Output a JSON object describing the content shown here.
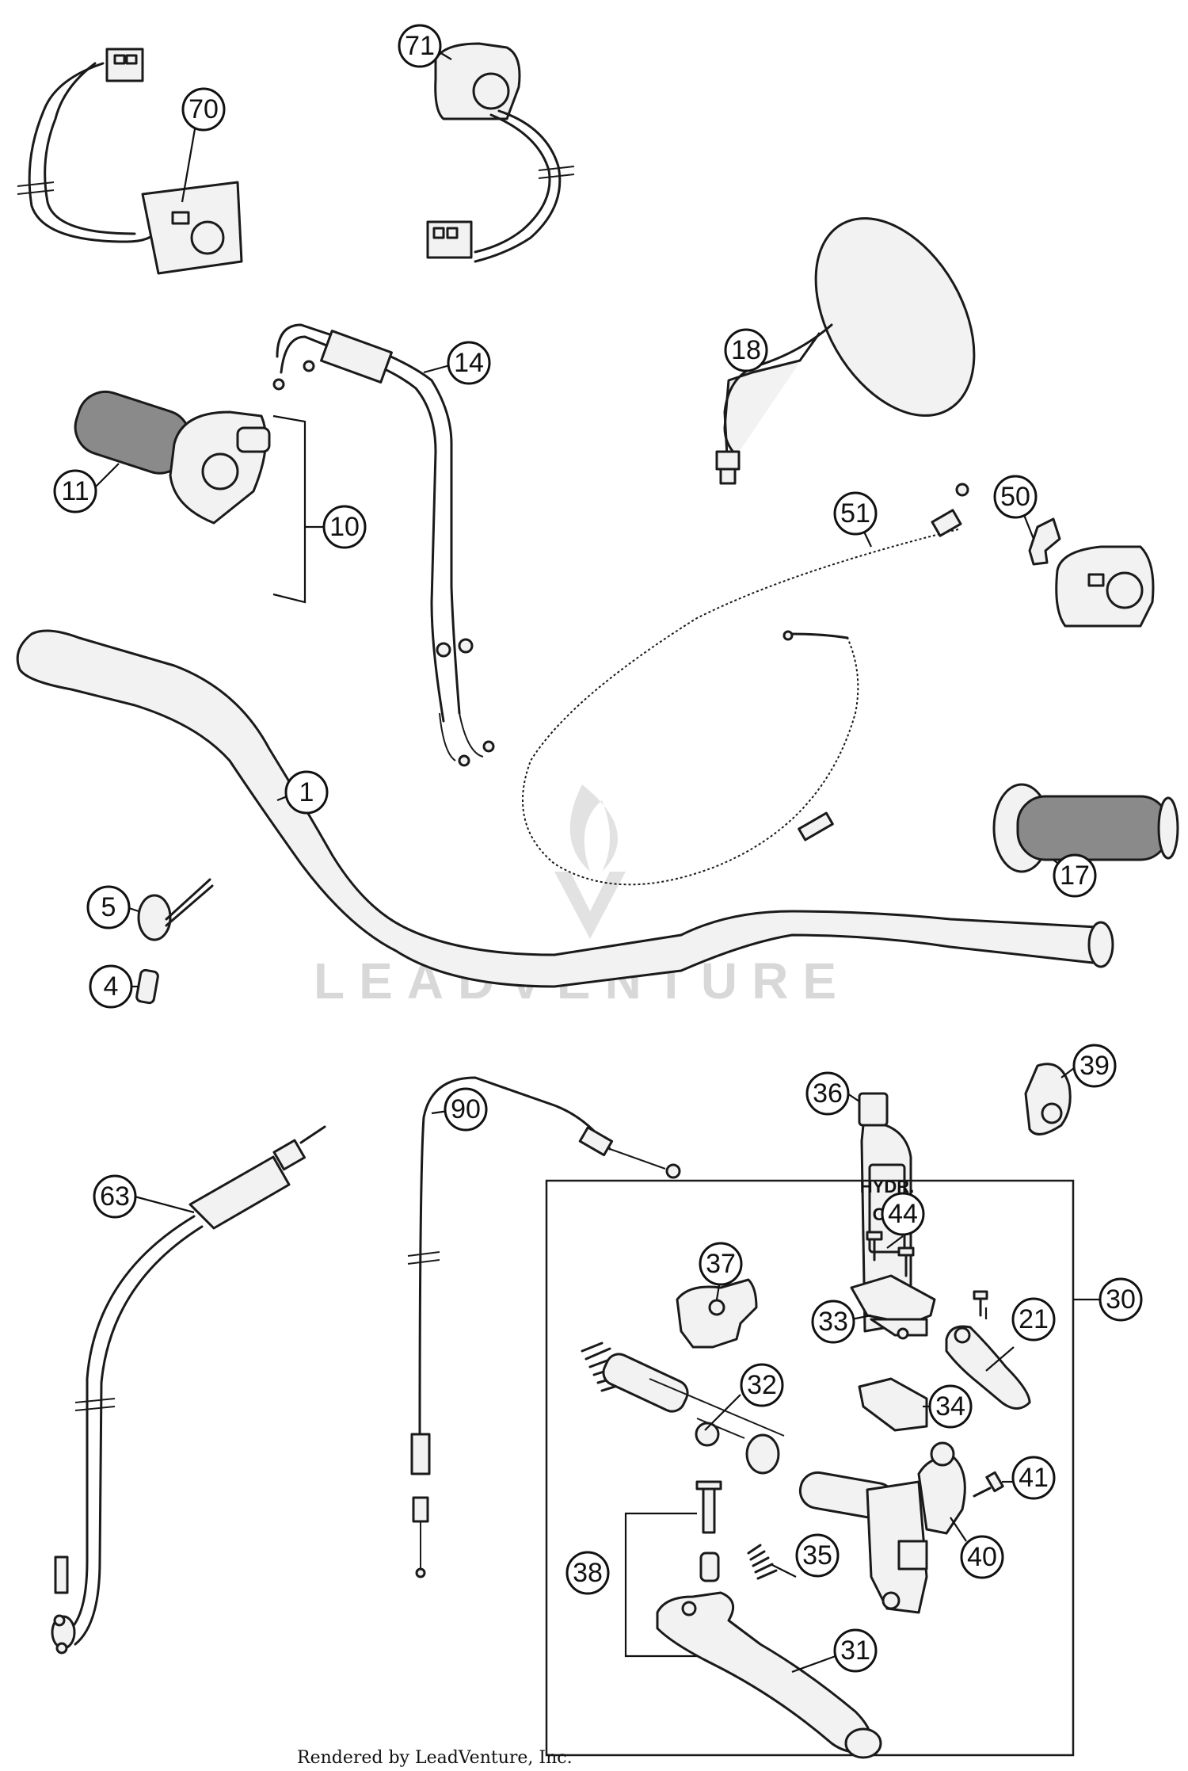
{
  "callouts": [
    "70",
    "71",
    "14",
    "18",
    "11",
    "10",
    "51",
    "50",
    "1",
    "17",
    "5",
    "4",
    "36",
    "39",
    "90",
    "63",
    "44",
    "30",
    "37",
    "33",
    "21",
    "32",
    "34",
    "41",
    "40",
    "35",
    "38",
    "31"
  ],
  "oil_bottle": {
    "line1": "HYDR.",
    "line2": "OIL"
  },
  "watermark": "LEADVENTURE",
  "credit": "Rendered by LeadVenture, Inc.",
  "colors": {
    "line": "#1a1a1a",
    "part_fill": "#f2f2f2",
    "grip_dark": "#8a8a8a",
    "watermark": "#d8d8d8"
  }
}
